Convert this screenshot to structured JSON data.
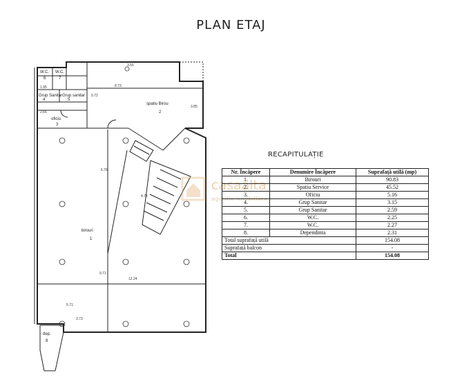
{
  "title": "PLAN ETAJ",
  "plan": {
    "rooms": [
      {
        "label": "W.C.",
        "num": "6"
      },
      {
        "label": "W.C.",
        "num": "7"
      },
      {
        "label": "Grup Sanitar",
        "num": "4"
      },
      {
        "label": "Grup sanitar",
        "num": "5"
      },
      {
        "label": "oficiu",
        "num": "3"
      },
      {
        "label": "spatiu Birou",
        "num": "2"
      },
      {
        "label": "birouri",
        "num": "1"
      },
      {
        "label": "dep.",
        "num": "8"
      }
    ],
    "dimensions": [
      "3.55",
      "8.73",
      "0.72",
      "5.71",
      "3.73",
      "6.76",
      "12.24",
      "9.71",
      "4.78",
      "3.85",
      "2.66",
      "1.95"
    ]
  },
  "recap": {
    "title": "RECAPITULAȚIE",
    "headers": [
      "Nr. Încăpere",
      "Denumire Încăpere",
      "Suprafață utilă (mp)"
    ],
    "rows": [
      [
        "1.",
        "Birouri",
        "90.83"
      ],
      [
        "2.",
        "Spatiu Service",
        "45.52"
      ],
      [
        "3.",
        "Oficiu",
        "5.16"
      ],
      [
        "4.",
        "Grup Sanitar",
        "3.15"
      ],
      [
        "5.",
        "Grup Sanitar",
        "2.59"
      ],
      [
        "6.",
        "W.C.",
        "2.25"
      ],
      [
        "7.",
        "W.C.",
        "2.27"
      ],
      [
        "8.",
        "Dependinta",
        "2.31"
      ]
    ],
    "total_util_label": "Total suprafață utilă",
    "total_util_value": "154.08",
    "balcon_label": "Suprafață balcon",
    "balcon_value": "-",
    "total_label": "Total",
    "total_value": "154.08"
  },
  "watermark": {
    "name": "casaalta",
    "sub": "agentie imobiliara"
  }
}
